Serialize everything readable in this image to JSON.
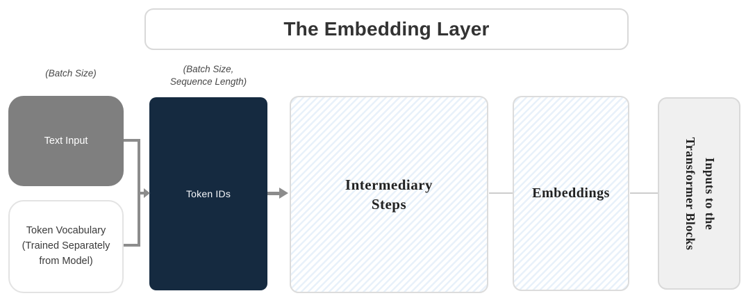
{
  "title": "The Embedding Layer",
  "labels": {
    "batch_size": "(Batch Size)",
    "batch_sequence": "(Batch Size,\nSequence Length)"
  },
  "nodes": {
    "text_input": "Text Input",
    "token_vocabulary": "Token Vocabulary\n(Trained Separately\nfrom Model)",
    "token_ids": "Token IDs",
    "intermediary_steps": "Intermediary\nSteps",
    "embeddings": "Embeddings",
    "transformer_inputs": "Inputs to the\nTransformer Blocks"
  },
  "colors": {
    "navy_box": "#152A40",
    "gray_box": "#7F7F7F",
    "light_gray_box": "#F0F0F0",
    "hatch_stripe": "#E8F1FA",
    "connector_dark": "#8C8C8C",
    "connector_light": "#CDCDCD",
    "box_border": "#DCDCDC",
    "title_text": "#333333"
  }
}
